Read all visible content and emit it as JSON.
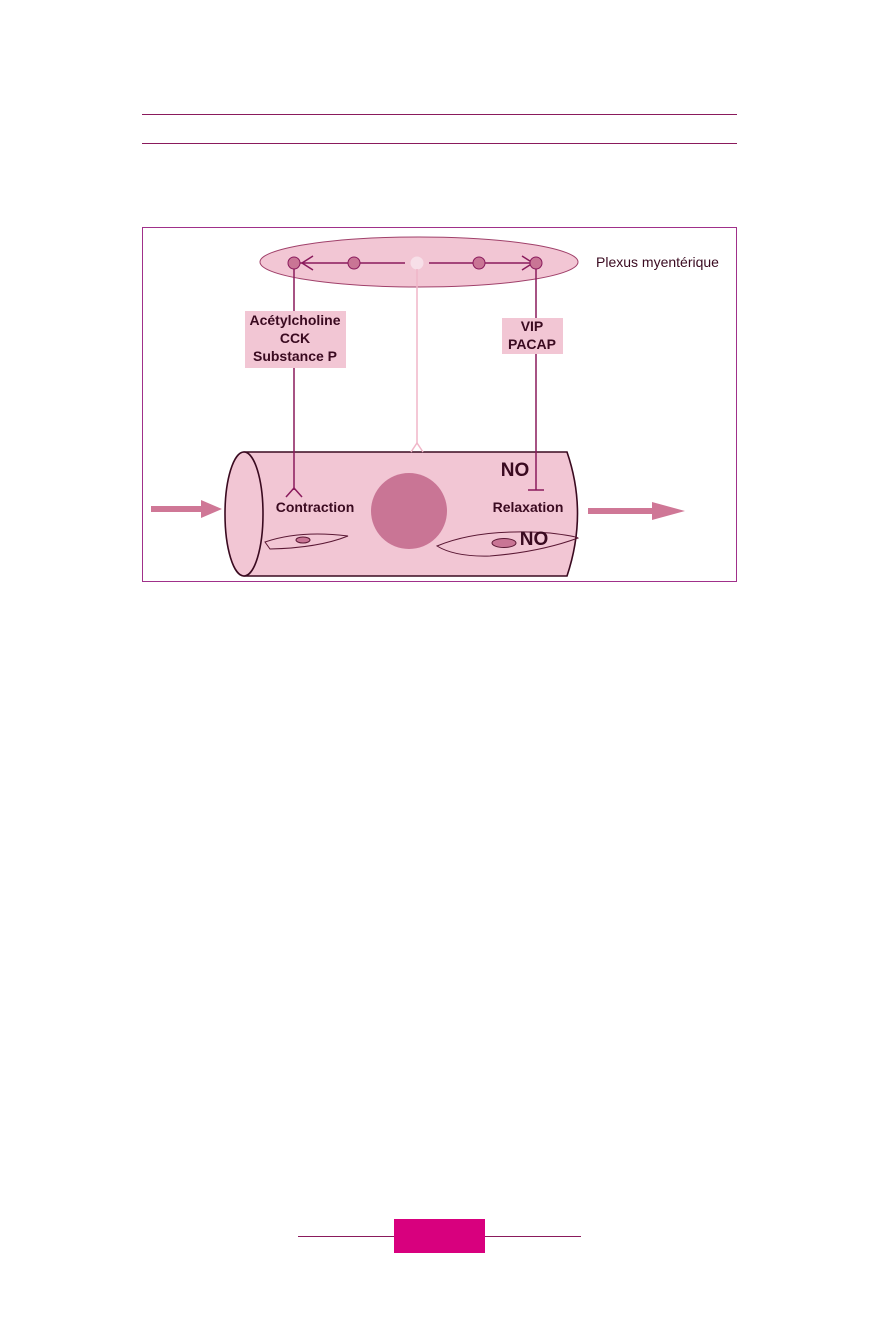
{
  "colors": {
    "accent": "#d8007e",
    "rule": "#8a1a5c",
    "frame": "#a0308a",
    "tissue_fill": "#f2c6d4",
    "tissue_dark": "#c97595",
    "label_bg": "#f2c6d4",
    "text_dark": "#3a0a20",
    "arrow": "#cf7796",
    "neuron_light": "#f7dfe8"
  },
  "diagram": {
    "plexus_label": "Plexus myentérique",
    "left_box": {
      "line1": "Acétylcholine",
      "line2": "CCK",
      "line3": "Substance P"
    },
    "right_box": {
      "line1": "VIP",
      "line2": "PACAP"
    },
    "contraction_label": "Contraction",
    "relaxation_label": "Relaxation",
    "no_top": "NO",
    "no_cell": "NO"
  }
}
